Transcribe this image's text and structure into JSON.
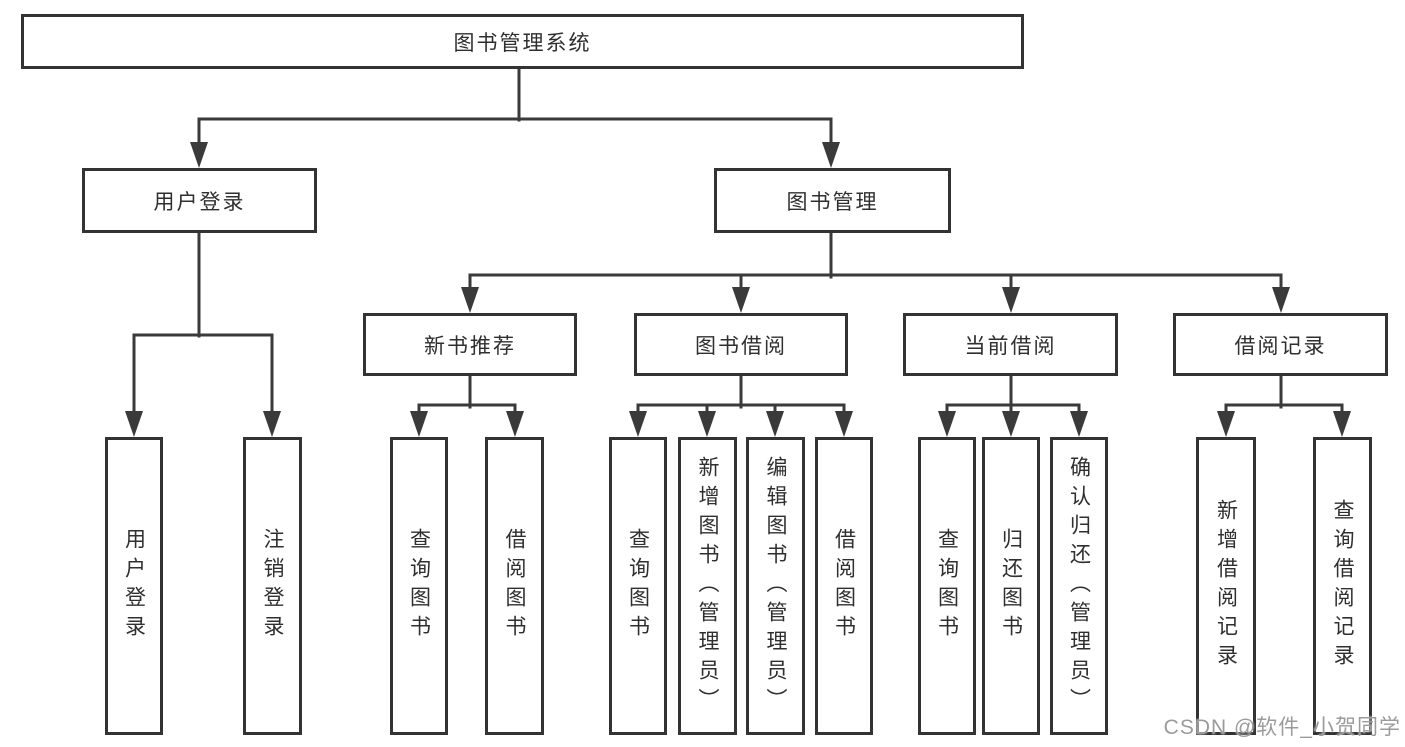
{
  "diagram": {
    "title": "图书管理系统",
    "level2": {
      "user_login": "用户登录",
      "book_mgmt": "图书管理"
    },
    "level3": {
      "new_books": "新书推荐",
      "book_borrow": "图书借阅",
      "current_borrow": "当前借阅",
      "borrow_records": "借阅记录"
    },
    "leaves": {
      "user_login": [
        "用户登录",
        "注销登录"
      ],
      "new_books": [
        "查询图书",
        "借阅图书"
      ],
      "book_borrow": [
        "查询图书",
        "新增图书（管理员）",
        "编辑图书（管理员）",
        "借阅图书"
      ],
      "current_borrow": [
        "查询图书",
        "归还图书",
        "确认归还（管理员）"
      ],
      "borrow_records": [
        "新增借阅记录",
        "查询借阅记录"
      ]
    },
    "colors": {
      "line": "#3a3a3a",
      "border": "#333333",
      "text": "#2f2f2f",
      "background": "#ffffff",
      "watermark": "#9b9b9b"
    }
  },
  "watermark": {
    "text": "CSDN @软件_小贺同学"
  }
}
